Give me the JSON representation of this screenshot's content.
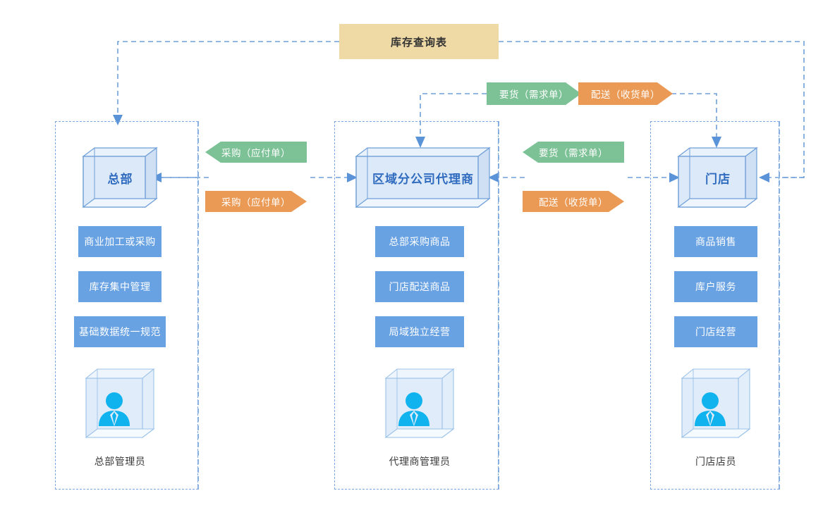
{
  "diagram": {
    "title_banner": {
      "label": "库存查询表",
      "color": "#efd9a4"
    },
    "colors": {
      "accent_blue": "#68a2e3",
      "box_blue": "#dce9f8",
      "border_blue": "#6f9fd8",
      "text_blue": "#2f6bbf",
      "green_flow": "#7cc296",
      "orange_flow": "#eb9a55",
      "banner_tan": "#efd9a4",
      "person_cyan": "#11b3ee"
    },
    "columns": [
      {
        "id": "headquarters",
        "header": "总部",
        "features": [
          "商业加工或采购",
          "库存集中管理",
          "基础数据统一规范"
        ],
        "actor": "总部管理员",
        "actor_icon": "person-icon"
      },
      {
        "id": "regional-agent",
        "header": "区域分公司代理商",
        "features": [
          "总部采购商品",
          "门店配送商品",
          "局域独立经营"
        ],
        "actor": "代理商管理员",
        "actor_icon": "person-icon"
      },
      {
        "id": "store",
        "header": "门店",
        "features": [
          "商品销售",
          "库户服务",
          "门店经营"
        ],
        "actor": "门店店员",
        "actor_icon": "person-icon"
      }
    ],
    "flows": [
      {
        "id": "flow-top-demand",
        "label": "要货（需求单）",
        "color": "green",
        "direction": "right"
      },
      {
        "id": "flow-top-deliver",
        "label": "配送（收货单）",
        "color": "orange",
        "direction": "right"
      },
      {
        "id": "flow-left-purchase-green",
        "label": "采购（应付单）",
        "color": "green",
        "direction": "left"
      },
      {
        "id": "flow-left-purchase-orange",
        "label": "采购（应付单）",
        "color": "orange",
        "direction": "right"
      },
      {
        "id": "flow-right-demand",
        "label": "要货（需求单）",
        "color": "green",
        "direction": "left"
      },
      {
        "id": "flow-right-deliver",
        "label": "配送（收货单）",
        "color": "orange",
        "direction": "right"
      }
    ]
  }
}
